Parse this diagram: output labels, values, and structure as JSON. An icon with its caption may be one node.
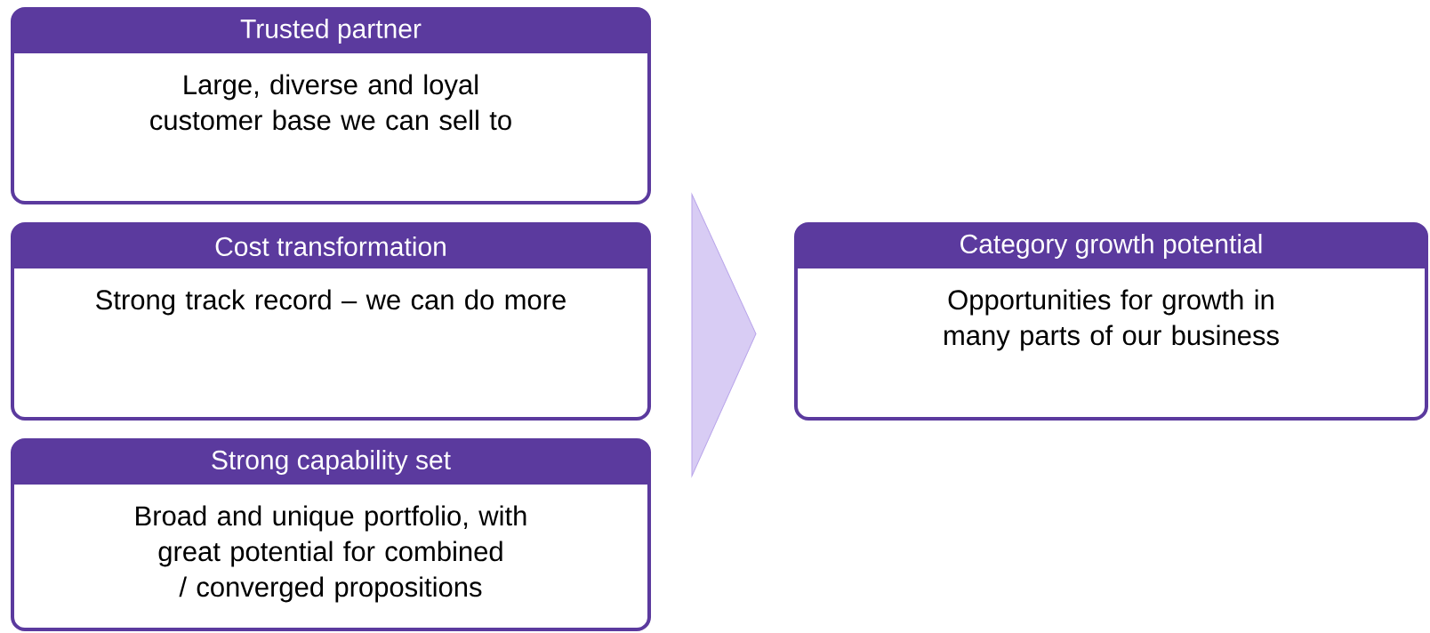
{
  "diagram": {
    "nodes": [
      {
        "text": [
          "Trusted partner",
          "Large, diverse and loyal customer base we can sell to"
        ]
      },
      {
        "text": [
          "Cost transformation",
          "Strong track record – we can do more"
        ]
      },
      {
        "text": [
          "Strong capability set",
          "Broad and unique portfolio, with great potential for combined / converged propositions"
        ]
      },
      {
        "text": [
          "Category growth potential",
          "Opportunities for growth in many parts of our business"
        ]
      }
    ],
    "edges": [
      {
        "from": 1,
        "to": 3,
        "arrow": "to"
      }
    ]
  }
}
